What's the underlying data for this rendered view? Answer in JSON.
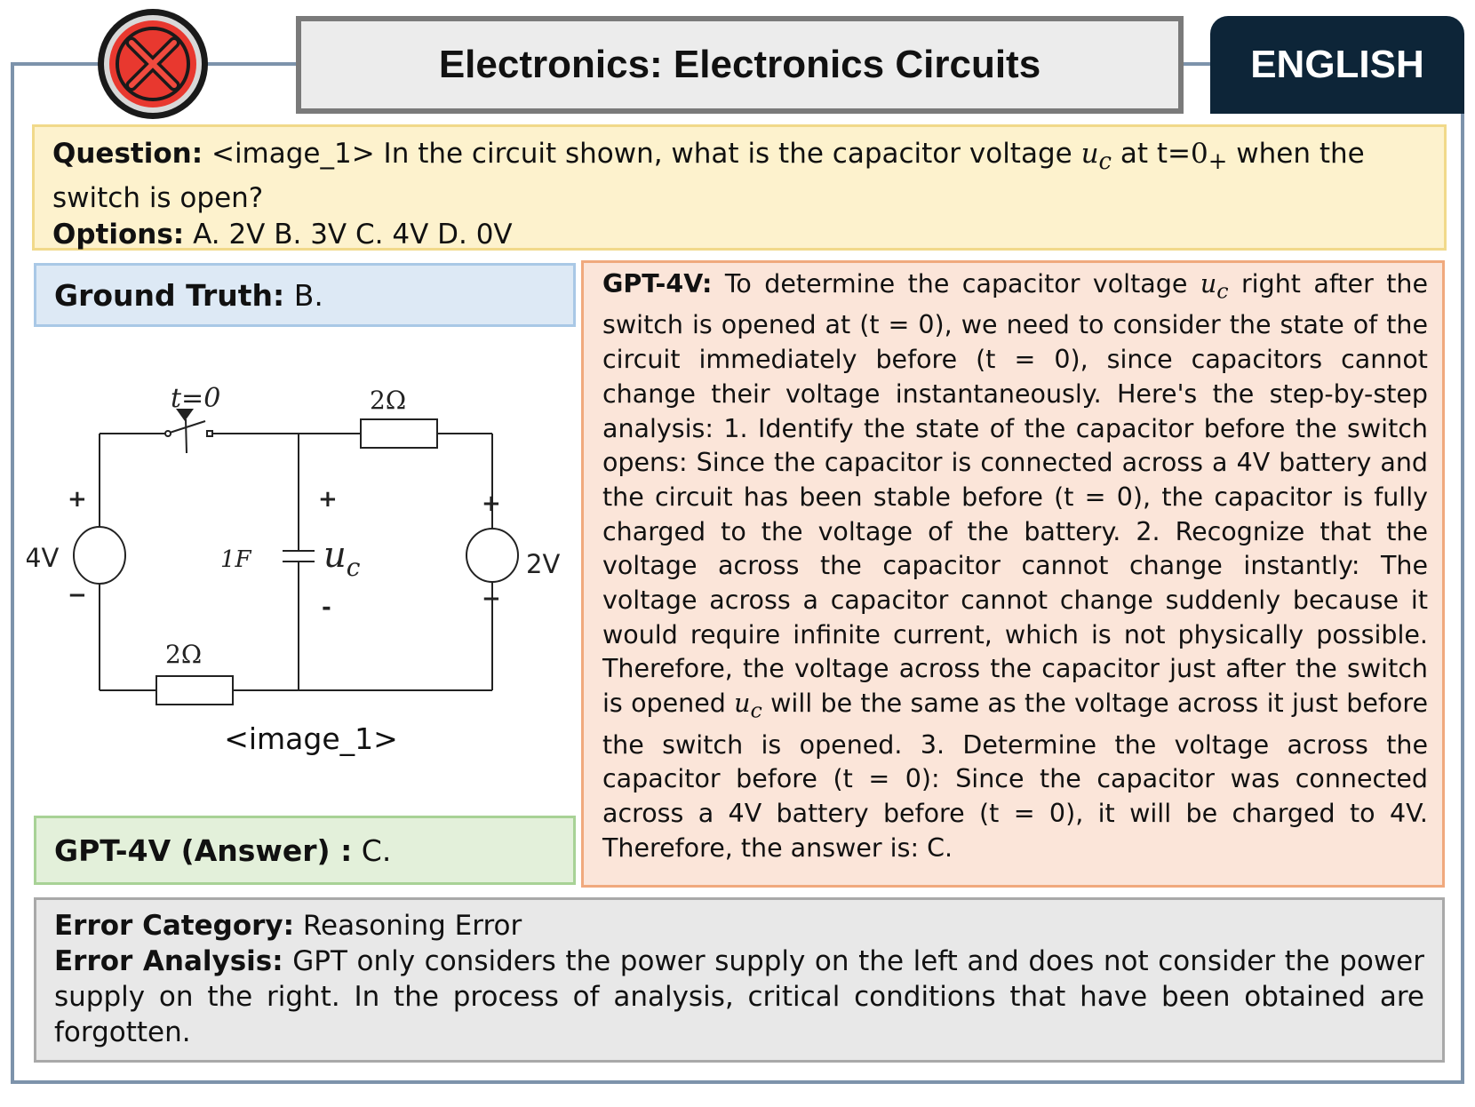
{
  "header": {
    "title": "Electronics: Electronics Circuits",
    "language": "ENGLISH",
    "status_icon": "red-x-circle-icon"
  },
  "question": {
    "label": "Question:",
    "text_before": "<image_1> In the circuit shown, what is the capacitor voltage",
    "var": "u",
    "var_sub": "c",
    "text_mid": "at t=",
    "time_value": "0",
    "time_sub": "+",
    "text_after": "when the switch is open?",
    "options_label": "Options:",
    "options_text": "A. 2V B. 3V C. 4V D. 0V"
  },
  "ground_truth": {
    "label": "Ground Truth:",
    "value": "B."
  },
  "figure": {
    "caption": "<image_1>",
    "switch_label": "t=0",
    "top_resistor": "2Ω",
    "bottom_resistor": "2Ω",
    "left_source": "4V",
    "right_source": "2V",
    "capacitor": "1F",
    "cap_voltage": "u",
    "cap_voltage_sub": "c",
    "plus": "+",
    "minus": "−",
    "dash": "-"
  },
  "gpt_answer": {
    "label": "GPT-4V (Answer) :",
    "value": "C."
  },
  "gpt_response": {
    "label": "GPT-4V:",
    "part1": "To determine the capacitor voltage",
    "var": "u",
    "var_sub": "c",
    "part2": "right after the switch is opened at (t = 0), we need to consider the state of the circuit immediately before (t = 0), since capacitors cannot change their voltage instantaneously. Here's the step-by-step analysis: 1. Identify the state of the capacitor before the switch opens: Since the capacitor is connected across a 4V battery and the circuit has been stable before (t = 0), the capacitor is fully charged to the voltage of the battery. 2. Recognize that the voltage across the capacitor cannot change instantly: The voltage across a capacitor cannot change suddenly because it would require infinite current, which is not physically possible. Therefore, the voltage across the capacitor just after the switch is opened",
    "part3": "will be the same as the voltage across it just before the switch is opened. 3. Determine the voltage across the capacitor before (t = 0): Since the capacitor was connected across a 4V battery before (t = 0), it will be charged to 4V. Therefore, the answer is: C."
  },
  "error": {
    "category_label": "Error Category:",
    "category_value": "Reasoning Error",
    "analysis_label": "Error Analysis:",
    "analysis_text": "GPT only considers the power supply on the left and does not consider the power supply on the right. In the process of analysis, critical conditions that have been obtained are forgotten."
  }
}
